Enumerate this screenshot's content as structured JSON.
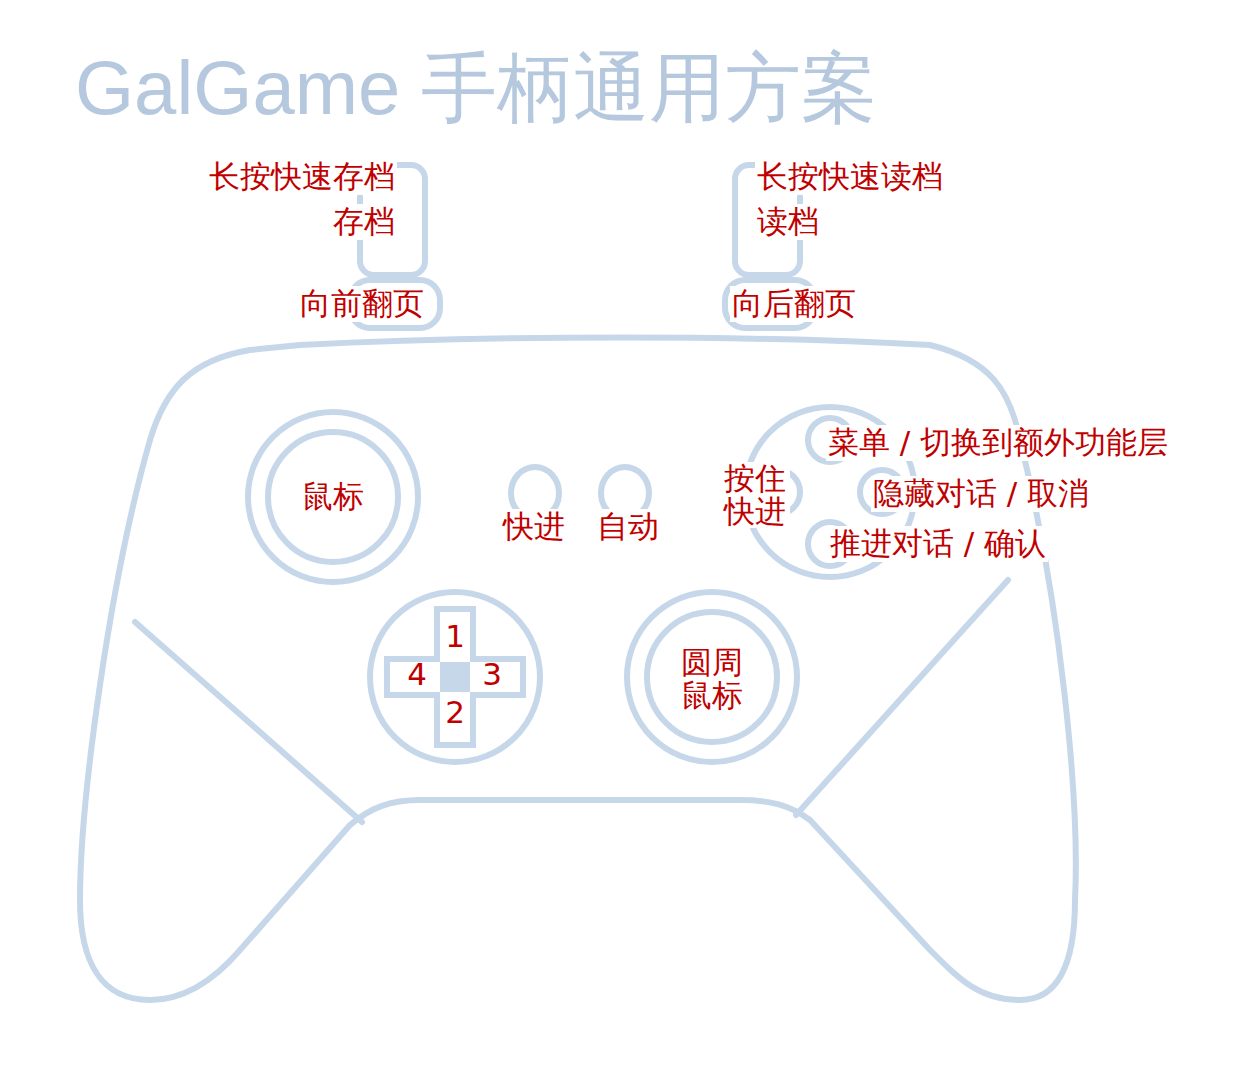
{
  "diagram": {
    "title": "GalGame 手柄通用方案",
    "nodes": [
      {
        "text": [
          "鼠标"
        ]
      },
      {
        "text": [
          "1",
          "4",
          "3",
          "2"
        ]
      },
      {
        "text": [
          "圆周 鼠标"
        ]
      }
    ],
    "labels": [
      "长按快速存档",
      "存档",
      "长按快速读档",
      "读档",
      "向前翻页",
      "向后翻页",
      "菜单 / 切换到额外功能层",
      "按住 快进",
      "隐藏对话 / 取消",
      "快进",
      "自动",
      "推进对话 / 确认"
    ]
  }
}
